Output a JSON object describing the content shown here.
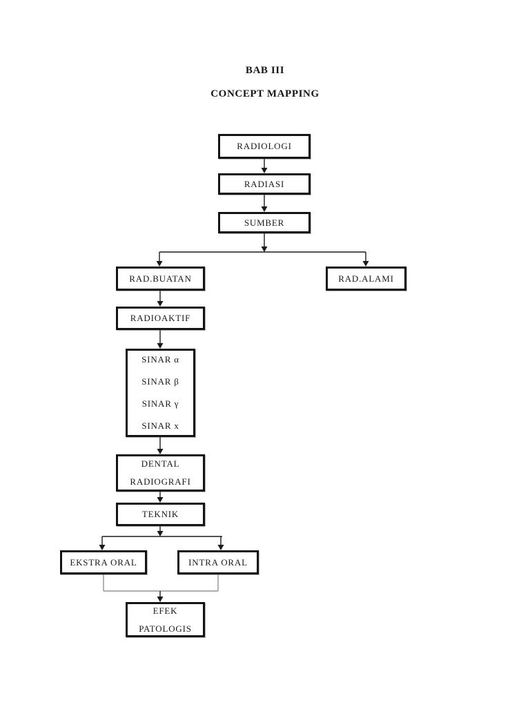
{
  "page": {
    "title_line1": "BAB III",
    "title_line2": "CONCEPT MAPPING"
  },
  "flowchart": {
    "nodes": {
      "radiologi": {
        "label": "RADIOLOGI"
      },
      "radiasi": {
        "label": "RADIASI"
      },
      "sumber": {
        "label": "SUMBER"
      },
      "rad_buatan": {
        "label": "RAD.BUATAN"
      },
      "rad_alami": {
        "label": "RAD.ALAMI"
      },
      "radioaktif": {
        "label": "RADIOAKTIF"
      },
      "sinar": {
        "lines": [
          "SINAR α",
          "SINAR β",
          "SINAR γ",
          "SINAR x"
        ]
      },
      "dental": {
        "lines": [
          "DENTAL",
          "RADIOGRAFI"
        ]
      },
      "teknik": {
        "label": "TEKNIK"
      },
      "ekstra_oral": {
        "label": "EKSTRA ORAL"
      },
      "intra_oral": {
        "label": "INTRA ORAL"
      },
      "efek": {
        "lines": [
          "EFEK",
          "PATOLOGIS"
        ]
      }
    },
    "colors": {
      "box_border": "#141414",
      "connector": "#1a1a1a",
      "merge_connector": "#7d7d7d",
      "page_background": "#ffffff"
    }
  }
}
